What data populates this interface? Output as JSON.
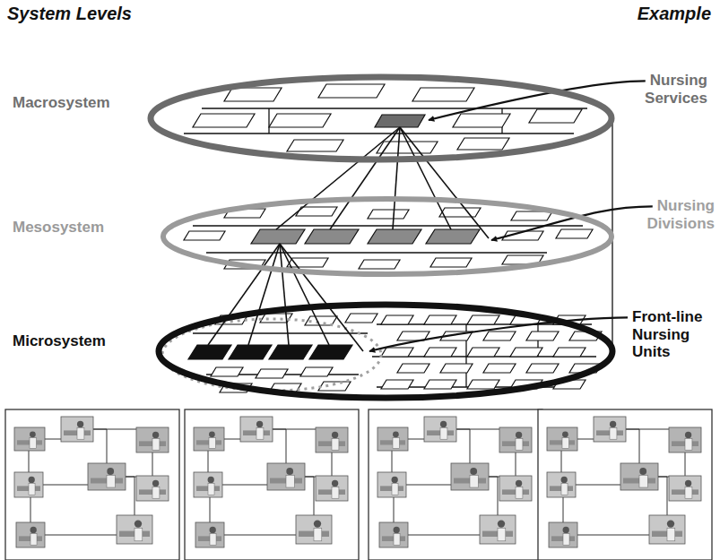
{
  "diagram": {
    "nodes": [
      {
        "text": [
          "Macrosystem"
        ]
      },
      {
        "text": [
          "Mesosystem"
        ]
      },
      {
        "text": [
          "Microsystem"
        ]
      }
    ],
    "labels": [
      "System Levels",
      "Example",
      "Nursing Services",
      "Nursing Divisions",
      "Front-line Nursing Units"
    ]
  }
}
